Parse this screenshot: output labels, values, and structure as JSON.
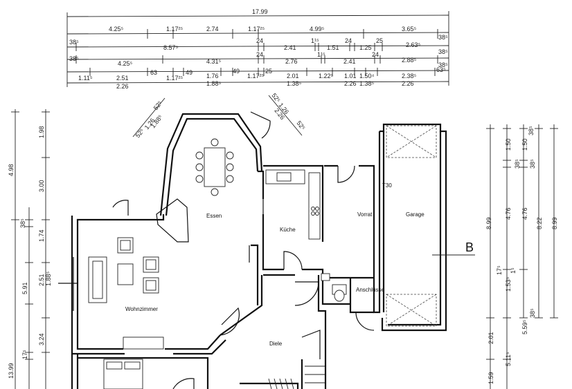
{
  "rooms": {
    "essen": "Essen",
    "kueche": "Küche",
    "vorrat": "Vorrat",
    "garage": "Garage",
    "wohnzimmer": "Wohnzimmer",
    "diele": "Diele",
    "anschluesse": "Anschlüsse",
    "t30": "T30"
  },
  "section_marker": "B",
  "top_dims": {
    "total": "17.99",
    "row1": [
      "4.25⁵",
      "1.17²⁵",
      "2.74",
      "1.17²⁵",
      "4.99⁵",
      "3.65⁵",
      "38⁵"
    ],
    "row2": [
      "38⁵",
      "8.57⁵",
      "24",
      "2.41",
      "1¹⁵",
      "1.51",
      "24",
      "1.25",
      "25",
      "2.63⁵",
      "38⁵"
    ],
    "row3": [
      "38⁵",
      "4.25⁵",
      "4.31⁵",
      "24",
      "2.76",
      "1¹⁵",
      "2.41",
      "24",
      "2.88⁵",
      "38⁵"
    ],
    "row4": [
      "1.11⁵",
      "2.51",
      "63",
      "1.17²⁵",
      "49",
      "1.76",
      "49",
      "1.17²⁵",
      "25",
      "2.01",
      "1.22⁵",
      "1.01",
      "1.50⁴",
      "2.38⁵",
      "63⁵"
    ],
    "row5": [
      "2.26",
      "1.88⁵",
      "1.38⁵",
      "2.26",
      "1.38⁵",
      "2.26"
    ]
  },
  "bay_dims": {
    "left": [
      "52⁵",
      "1.26",
      "1.88⁵",
      "52⁵"
    ],
    "right": [
      "52⁵",
      "1.26",
      "2.26",
      "52⁵"
    ]
  },
  "left_dims": [
    "4.98",
    "1.98",
    "3.00",
    "38⁵",
    "1.74",
    "5.91",
    "2.51",
    "1.88⁵",
    "3.24",
    "13.99",
    "17⁵"
  ],
  "right_dims": [
    "8.99",
    "4.76",
    "4.76",
    "8.22",
    "8.99",
    "1.50",
    "1.50",
    "38⁵",
    "38⁵",
    "38⁵",
    "17⁵",
    "1⁵",
    "1.53⁵",
    "5.59⁵",
    "38⁵",
    "2.01",
    "5.11⁵",
    "1.59"
  ]
}
